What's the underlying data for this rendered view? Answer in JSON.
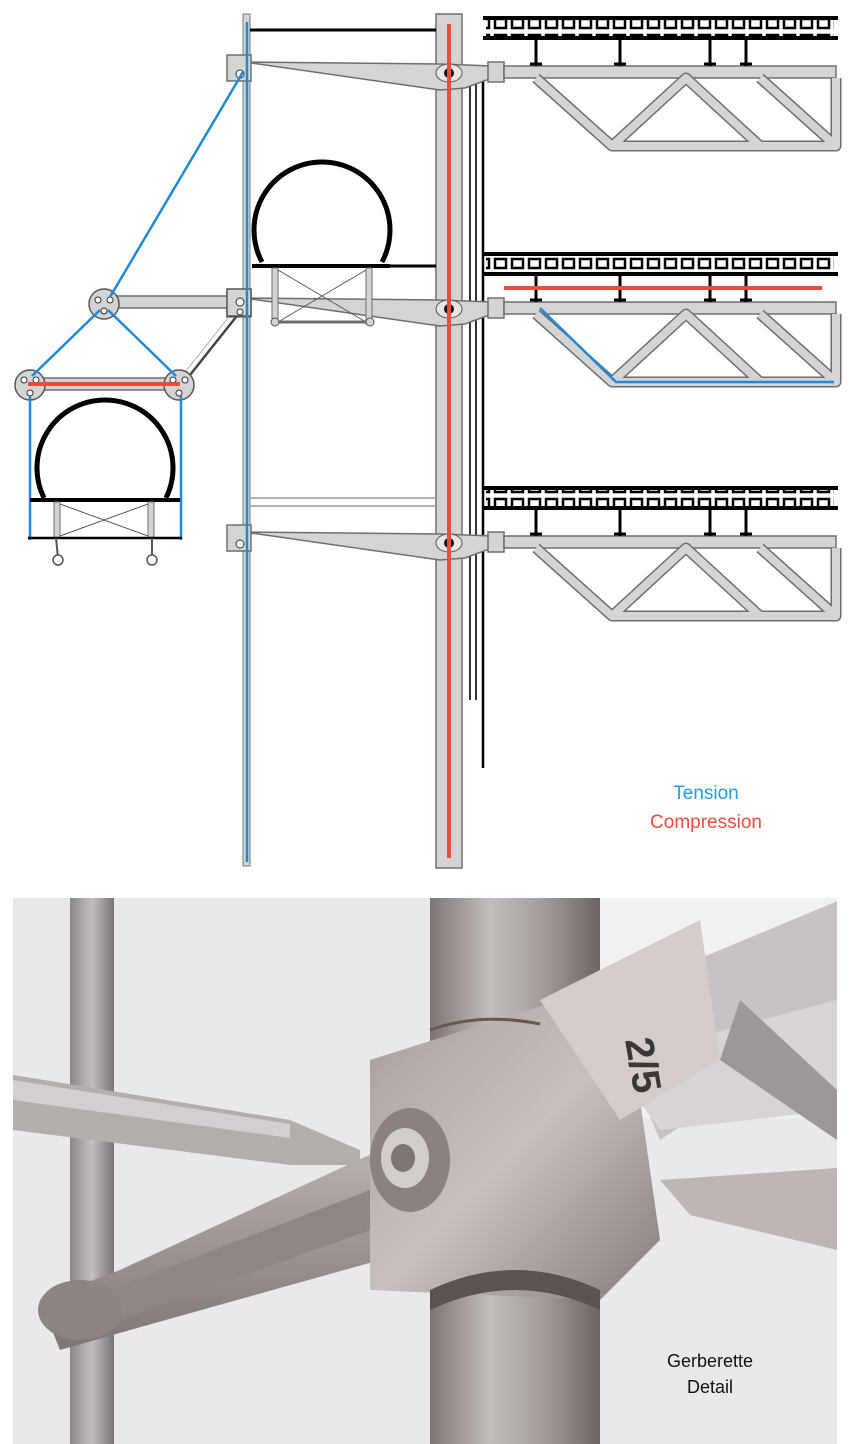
{
  "legend": {
    "tension_label": "Tension",
    "compression_label": "Compression",
    "tension_color": "#1ea0e6",
    "compression_color": "#f04a3c"
  },
  "photo": {
    "caption_line1": "Gerberette",
    "caption_line2": "Detail",
    "stamp_text": "2/5"
  },
  "colors": {
    "steel_fill": "#d4d4d4",
    "steel_stroke": "#6e6e6e",
    "outline": "#000000",
    "cable_blue": "#1e8ad8",
    "member_red": "#f04a3c"
  }
}
